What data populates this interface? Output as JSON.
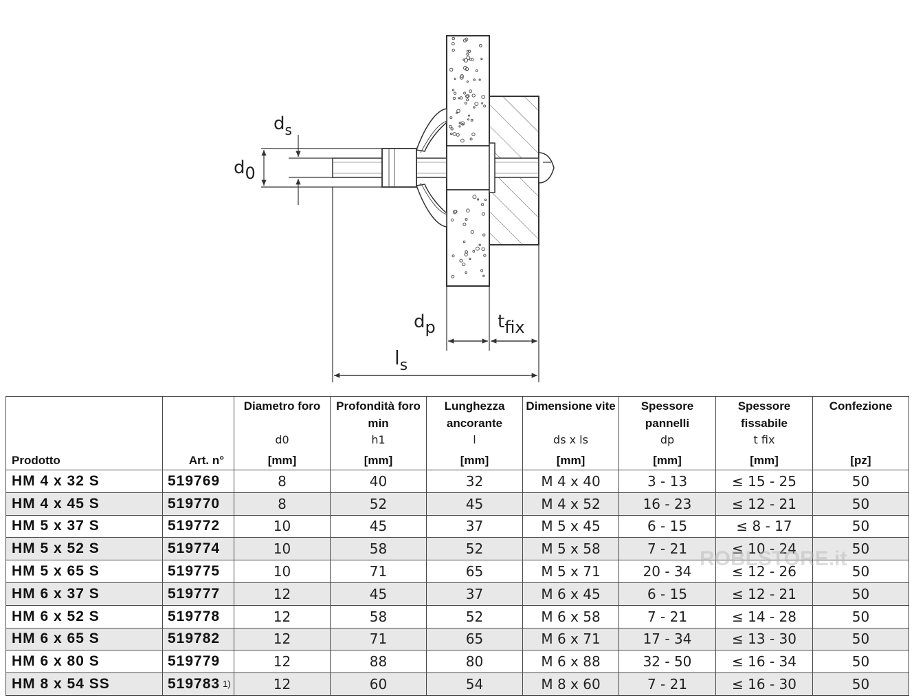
{
  "drawing": {
    "labels": {
      "ds": "d",
      "ds_sub": "s",
      "d0": "d",
      "d0_sub": "0",
      "dp": "d",
      "dp_sub": "p",
      "tfix": "t",
      "tfix_sub": "fix",
      "ls": "l",
      "ls_sub": "s"
    }
  },
  "table": {
    "headers": {
      "product": "Prodotto",
      "article": "Art. n°",
      "hole_diameter": {
        "name": "Diametro foro",
        "symbol": "d0",
        "unit": "[mm]"
      },
      "hole_depth": {
        "name_line1": "Profondità foro",
        "name_line2": "min",
        "symbol": "h1",
        "unit": "[mm]"
      },
      "anchor_length": {
        "name_line1": "Lunghezza",
        "name_line2": "ancorante",
        "symbol": "l",
        "unit": "[mm]"
      },
      "screw_size": {
        "name": "Dimensione vite",
        "symbol": "ds x ls",
        "unit": "[mm]"
      },
      "panel_thickness": {
        "name_line1": "Spessore",
        "name_line2": "pannelli",
        "symbol": "dp",
        "unit": "[mm]"
      },
      "fixable_thickness": {
        "name_line1": "Spessore",
        "name_line2": "fissabile",
        "symbol": "t fix",
        "unit": "[mm]"
      },
      "package": {
        "name": "Confezione",
        "unit": "[pz]"
      }
    },
    "rows": [
      {
        "product": "HM 4 x 32 S",
        "article": "519769",
        "note": "",
        "d0": "8",
        "h1": "40",
        "l": "32",
        "screw": "M 4 x 40",
        "dp": "3 - 13",
        "tfix": "≤ 15 - 25",
        "pack": "50"
      },
      {
        "product": "HM 4 x 45 S",
        "article": "519770",
        "note": "",
        "d0": "8",
        "h1": "52",
        "l": "45",
        "screw": "M 4 x 52",
        "dp": "16 - 23",
        "tfix": "≤ 12 - 21",
        "pack": "50"
      },
      {
        "product": "HM 5 x 37 S",
        "article": "519772",
        "note": "",
        "d0": "10",
        "h1": "45",
        "l": "37",
        "screw": "M 5 x 45",
        "dp": "6 - 15",
        "tfix": "≤ 8 - 17",
        "pack": "50"
      },
      {
        "product": "HM 5 x 52 S",
        "article": "519774",
        "note": "",
        "d0": "10",
        "h1": "58",
        "l": "52",
        "screw": "M 5 x 58",
        "dp": "7 - 21",
        "tfix": "≤ 10 - 24",
        "pack": "50"
      },
      {
        "product": "HM 5 x 65 S",
        "article": "519775",
        "note": "",
        "d0": "10",
        "h1": "71",
        "l": "65",
        "screw": "M 5 x 71",
        "dp": "20 - 34",
        "tfix": "≤ 12 - 26",
        "pack": "50"
      },
      {
        "product": "HM 6 x 37 S",
        "article": "519777",
        "note": "",
        "d0": "12",
        "h1": "45",
        "l": "37",
        "screw": "M 6 x 45",
        "dp": "6 - 15",
        "tfix": "≤ 12 - 21",
        "pack": "50"
      },
      {
        "product": "HM 6 x 52 S",
        "article": "519778",
        "note": "",
        "d0": "12",
        "h1": "58",
        "l": "52",
        "screw": "M 6 x 58",
        "dp": "7 - 21",
        "tfix": "≤ 14 - 28",
        "pack": "50"
      },
      {
        "product": "HM 6 x 65 S",
        "article": "519782",
        "note": "",
        "d0": "12",
        "h1": "71",
        "l": "65",
        "screw": "M 6 x 71",
        "dp": "17 - 34",
        "tfix": "≤ 13 - 30",
        "pack": "50"
      },
      {
        "product": "HM 6 x 80 S",
        "article": "519779",
        "note": "",
        "d0": "12",
        "h1": "88",
        "l": "80",
        "screw": "M 6 x 88",
        "dp": "32 - 50",
        "tfix": "≤ 16 - 34",
        "pack": "50"
      },
      {
        "product": "HM 8 x 54 SS",
        "article": "519783",
        "note": "1)",
        "d0": "12",
        "h1": "60",
        "l": "54",
        "screw": "M 8 x 60",
        "dp": "7 - 21",
        "tfix": "≤ 16 - 30",
        "pack": "50"
      }
    ]
  },
  "watermark": "ROBLSTORE.it"
}
